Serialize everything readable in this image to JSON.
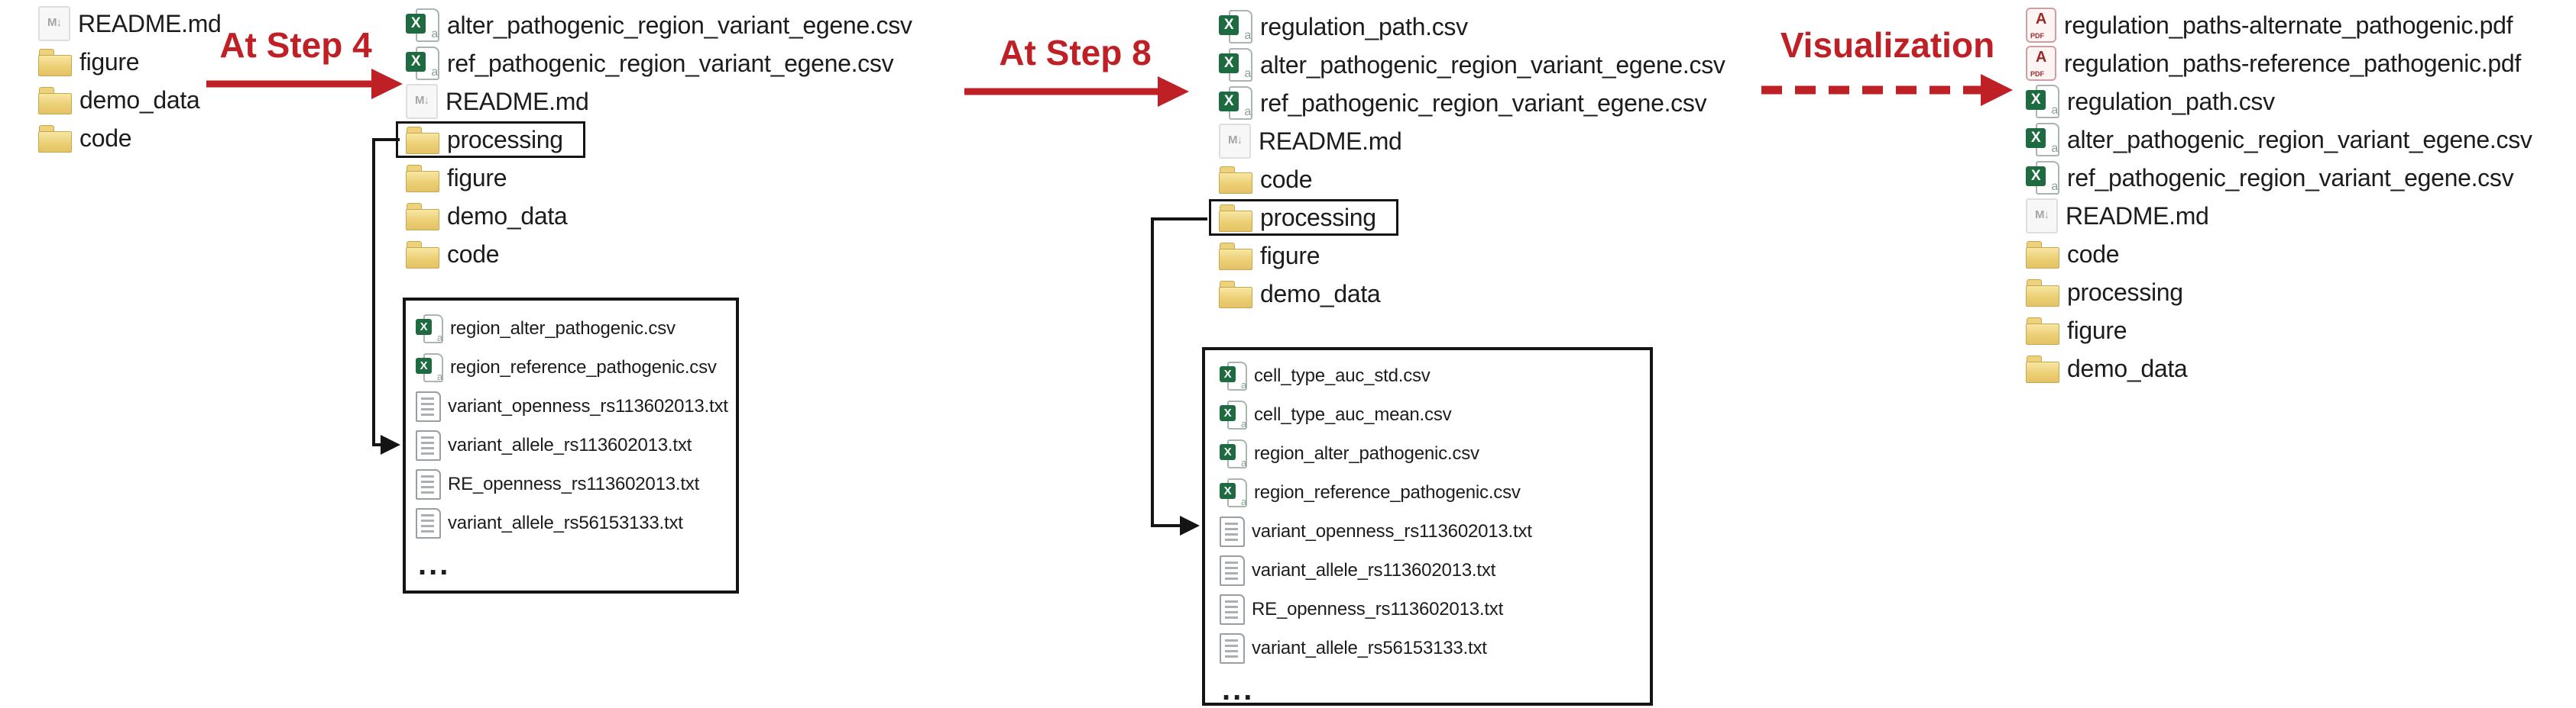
{
  "palette": {
    "accent_red": "#bf2026",
    "excel_green": "#1e6b41",
    "folder_yellow": "#eccf74",
    "pdf_red": "#9c2a24",
    "box_border": "#141414"
  },
  "arrows": {
    "step4": {
      "label": "At Step 4",
      "style": "solid-red-arrow"
    },
    "step8": {
      "label": "At Step 8",
      "style": "solid-red-arrow"
    },
    "visualization": {
      "label": "Visualization",
      "style": "dashed-red-arrow"
    }
  },
  "columns": {
    "initial": {
      "items": [
        {
          "icon": "markdown-file-icon",
          "name": "README.md"
        },
        {
          "icon": "folder-icon",
          "name": "figure"
        },
        {
          "icon": "folder-icon",
          "name": "demo_data"
        },
        {
          "icon": "folder-icon",
          "name": "code"
        }
      ]
    },
    "step4": {
      "items": [
        {
          "icon": "csv-file-icon",
          "name": "alter_pathogenic_region_variant_egene.csv"
        },
        {
          "icon": "csv-file-icon",
          "name": "ref_pathogenic_region_variant_egene.csv"
        },
        {
          "icon": "markdown-file-icon",
          "name": "README.md"
        },
        {
          "icon": "folder-icon",
          "name": "processing",
          "highlighted": true
        },
        {
          "icon": "folder-icon",
          "name": "figure"
        },
        {
          "icon": "folder-icon",
          "name": "demo_data"
        },
        {
          "icon": "folder-icon",
          "name": "code"
        }
      ],
      "box": {
        "items": [
          {
            "icon": "csv-file-icon",
            "name": "region_alter_pathogenic.csv"
          },
          {
            "icon": "csv-file-icon",
            "name": "region_reference_pathogenic.csv"
          },
          {
            "icon": "text-file-icon",
            "name": "variant_openness_rs113602013.txt"
          },
          {
            "icon": "text-file-icon",
            "name": "variant_allele_rs113602013.txt"
          },
          {
            "icon": "text-file-icon",
            "name": "RE_openness_rs113602013.txt"
          },
          {
            "icon": "text-file-icon",
            "name": "variant_allele_rs56153133.txt"
          }
        ],
        "more": "..."
      }
    },
    "step8": {
      "items": [
        {
          "icon": "csv-file-icon",
          "name": "regulation_path.csv"
        },
        {
          "icon": "csv-file-icon",
          "name": "alter_pathogenic_region_variant_egene.csv"
        },
        {
          "icon": "csv-file-icon",
          "name": "ref_pathogenic_region_variant_egene.csv"
        },
        {
          "icon": "markdown-file-icon",
          "name": "README.md"
        },
        {
          "icon": "folder-icon",
          "name": "code"
        },
        {
          "icon": "folder-icon",
          "name": "processing",
          "highlighted": true
        },
        {
          "icon": "folder-icon",
          "name": "figure"
        },
        {
          "icon": "folder-icon",
          "name": "demo_data"
        }
      ],
      "box": {
        "items": [
          {
            "icon": "csv-file-icon",
            "name": "cell_type_auc_std.csv"
          },
          {
            "icon": "csv-file-icon",
            "name": "cell_type_auc_mean.csv"
          },
          {
            "icon": "csv-file-icon",
            "name": "region_alter_pathogenic.csv"
          },
          {
            "icon": "csv-file-icon",
            "name": "region_reference_pathogenic.csv"
          },
          {
            "icon": "text-file-icon",
            "name": "variant_openness_rs113602013.txt"
          },
          {
            "icon": "text-file-icon",
            "name": "variant_allele_rs113602013.txt"
          },
          {
            "icon": "text-file-icon",
            "name": "RE_openness_rs113602013.txt"
          },
          {
            "icon": "text-file-icon",
            "name": "variant_allele_rs56153133.txt"
          }
        ],
        "more": "..."
      }
    },
    "final": {
      "items": [
        {
          "icon": "pdf-file-icon",
          "name": "regulation_paths-alternate_pathogenic.pdf"
        },
        {
          "icon": "pdf-file-icon",
          "name": "regulation_paths-reference_pathogenic.pdf"
        },
        {
          "icon": "csv-file-icon",
          "name": "regulation_path.csv"
        },
        {
          "icon": "csv-file-icon",
          "name": "alter_pathogenic_region_variant_egene.csv"
        },
        {
          "icon": "csv-file-icon",
          "name": "ref_pathogenic_region_variant_egene.csv"
        },
        {
          "icon": "markdown-file-icon",
          "name": "README.md"
        },
        {
          "icon": "folder-icon",
          "name": "code"
        },
        {
          "icon": "folder-icon",
          "name": "processing"
        },
        {
          "icon": "folder-icon",
          "name": "figure"
        },
        {
          "icon": "folder-icon",
          "name": "demo_data"
        }
      ]
    }
  }
}
